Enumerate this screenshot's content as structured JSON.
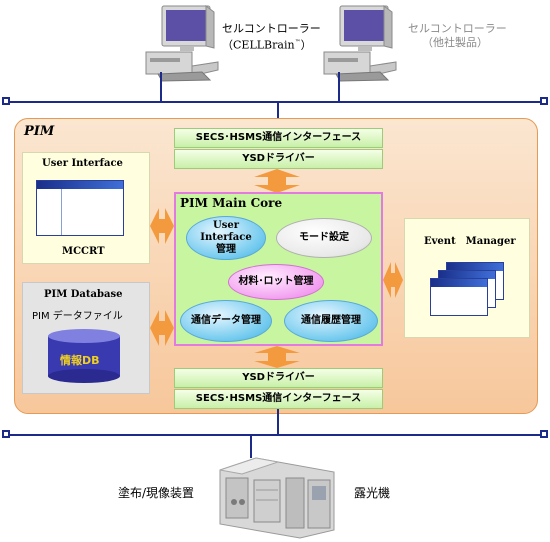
{
  "controllers": {
    "left_line1": "セルコントローラー",
    "left_line2": "（CELLBrain",
    "left_tm": "™",
    "left_close": "）",
    "right_line1": "セルコントローラー",
    "right_line2": "（他社製品）"
  },
  "pim": {
    "title": "PIM",
    "top_interface": "SECS･HSMS通信インターフェース",
    "top_driver": "YSDドライバー",
    "bottom_driver": "YSDドライバー",
    "bottom_interface": "SECS･HSMS通信インターフェース",
    "user_interface": {
      "title": "User Interface",
      "caption": "MCCRT"
    },
    "database": {
      "title": "PIM Database",
      "file_label": "PIM データファイル",
      "db_label": "情報DB"
    },
    "core": {
      "title": "PIM Main Core",
      "ui_mgmt_line1": "User Interface",
      "ui_mgmt_line2": "管理",
      "mode_setting": "モード設定",
      "material_lot": "材料･ロット管理",
      "comm_data": "通信データ管理",
      "comm_history": "通信履歴管理"
    },
    "event_manager": {
      "title": "Event　Manager"
    }
  },
  "equipment": {
    "left_label": "塗布/現像装置",
    "right_label": "露光機"
  },
  "colors": {
    "bus": "#1c2a8a",
    "pim_fill": "#f7c79b",
    "arrow": "#f39a3f",
    "core_fill": "#c8f5a0",
    "core_border": "#e27adf"
  }
}
